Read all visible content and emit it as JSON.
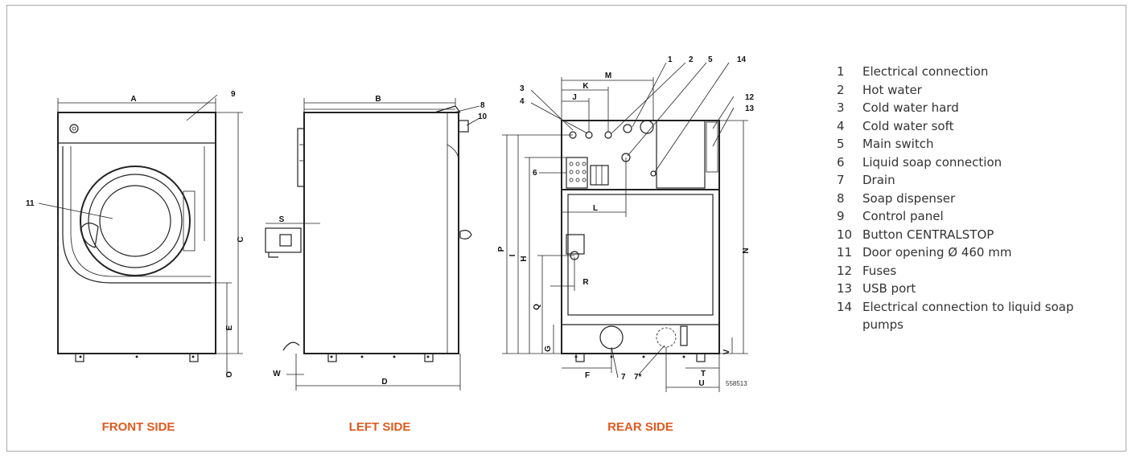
{
  "views": {
    "front_caption": "FRONT SIDE",
    "left_caption": "LEFT SIDE",
    "rear_caption": "REAR SIDE"
  },
  "dimension_labels": {
    "A": "A",
    "B": "B",
    "C": "C",
    "D": "D",
    "E": "E",
    "F": "F",
    "G": "G",
    "H": "H",
    "I": "I",
    "J": "J",
    "K": "K",
    "L": "L",
    "M": "M",
    "N": "N",
    "O": "O",
    "P": "P",
    "Q": "Q",
    "R": "R",
    "S": "S",
    "T": "T",
    "U": "U",
    "V": "V",
    "W": "W"
  },
  "callouts": {
    "c1": "1",
    "c2": "2",
    "c3": "3",
    "c4": "4",
    "c5": "5",
    "c6": "6",
    "c7a": "7",
    "c7b": "7*",
    "c8": "8",
    "c9": "9",
    "c10": "10",
    "c11": "11",
    "c12": "12",
    "c13": "13",
    "c14": "14"
  },
  "drawing_number": "558513",
  "legend": [
    {
      "num": "1",
      "text": "Electrical connection"
    },
    {
      "num": "2",
      "text": "Hot water"
    },
    {
      "num": "3",
      "text": "Cold water hard"
    },
    {
      "num": "4",
      "text": "Cold water soft"
    },
    {
      "num": "5",
      "text": "Main switch"
    },
    {
      "num": "6",
      "text": "Liquid soap connection"
    },
    {
      "num": "7",
      "text": "Drain"
    },
    {
      "num": "8",
      "text": "Soap dispenser"
    },
    {
      "num": "9",
      "text": "Control panel"
    },
    {
      "num": "10",
      "text": "Button CENTRALSTOP"
    },
    {
      "num": "11",
      "text": "Door opening Ø 460 mm"
    },
    {
      "num": "12",
      "text": "Fuses"
    },
    {
      "num": "13",
      "text": "USB port"
    },
    {
      "num": "14",
      "text": "Electrical connection to liquid soap pumps"
    }
  ]
}
